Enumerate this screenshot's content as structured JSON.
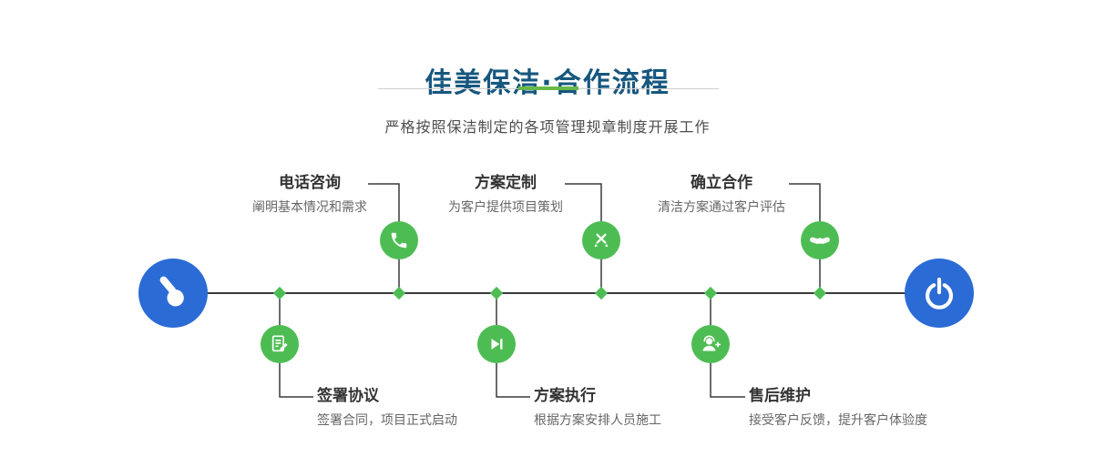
{
  "header": {
    "title": "佳美保洁·合作流程",
    "subtitle": "严格按照保洁制定的各项管理规章制度开展工作"
  },
  "steps": {
    "top": [
      {
        "title": "电话咨询",
        "desc": "阐明基本情况和需求",
        "icon": "phone-icon"
      },
      {
        "title": "方案定制",
        "desc": "为客户提供项目策划",
        "icon": "design-tools-icon"
      },
      {
        "title": "确立合作",
        "desc": "清洁方案通过客户评估",
        "icon": "handshake-icon"
      }
    ],
    "bottom": [
      {
        "title": "签署协议",
        "desc": "签署合同，项目正式启动",
        "icon": "contract-icon"
      },
      {
        "title": "方案执行",
        "desc": "根据方案安排人员施工",
        "icon": "play-icon"
      },
      {
        "title": "售后维护",
        "desc": "接受客户反馈，提升客户体验度",
        "icon": "customer-service-icon"
      }
    ]
  },
  "endpoints": {
    "start_icon": "pointer-hand-icon",
    "end_icon": "power-icon"
  },
  "colors": {
    "title_blue": "#17577e",
    "node_green": "#4dbd53",
    "node_blue": "#2b6bd5",
    "divider_green": "#68b949",
    "line_dark": "#3a3a3a",
    "text_dark": "#333333",
    "text_gray": "#666666"
  }
}
